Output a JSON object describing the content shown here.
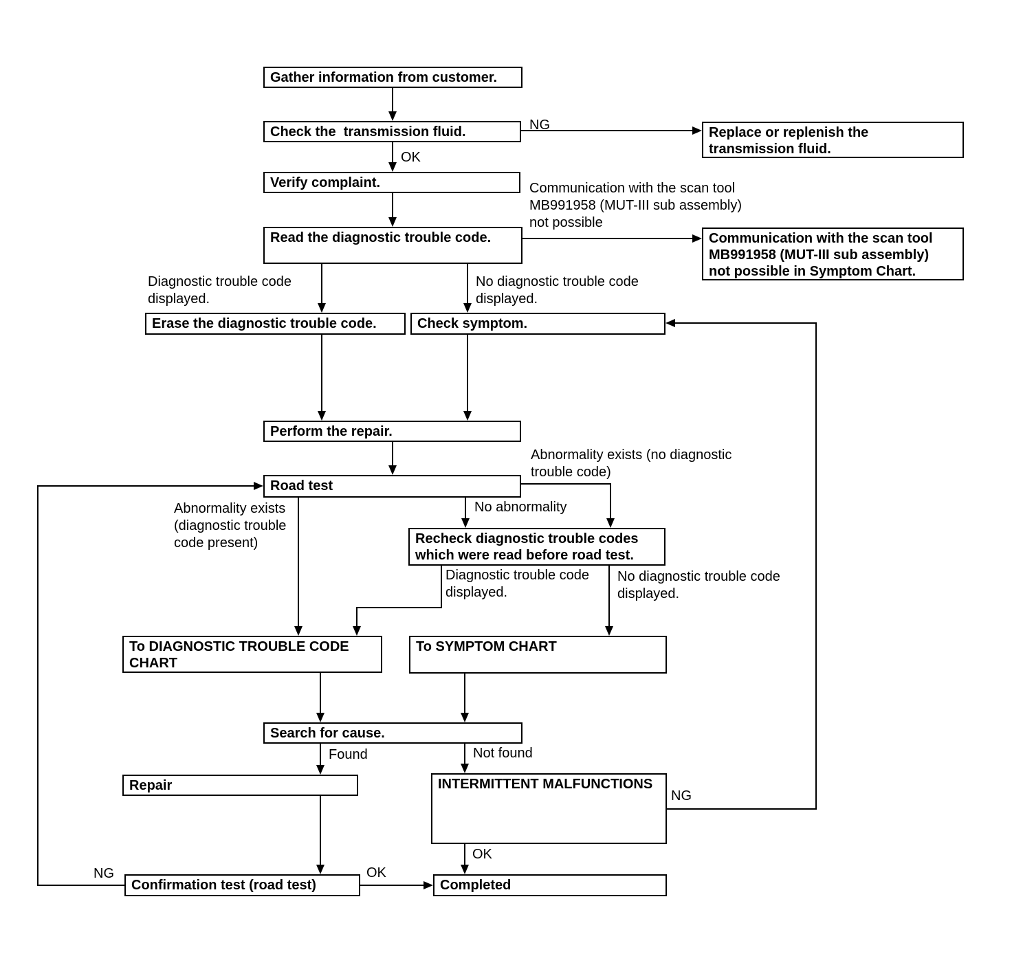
{
  "diagram": {
    "type": "flowchart",
    "ink_color": "#000000",
    "background_color": "#ffffff",
    "nodes": {
      "gather": "Gather information from customer.",
      "check_fluid": "Check the  transmission fluid.",
      "replace_fluid": "Replace or replenish the\ntransmission fluid.",
      "verify": "Verify complaint.",
      "read_dtc": "Read the diagnostic trouble code.",
      "comm_symptom": "Communication with the scan tool\nMB991958 (MUT-III sub assembly)\nnot possible in Symptom Chart.",
      "erase": "Erase the diagnostic trouble code.",
      "check_symptom": "Check symptom.",
      "perform_repair": "Perform the repair.",
      "road_test": "Road test",
      "recheck": "Recheck diagnostic trouble codes\nwhich were read before road test.",
      "dtc_chart": "To DIAGNOSTIC TROUBLE CODE\nCHART",
      "symptom_chart": "To SYMPTOM CHART",
      "search_cause": "Search for cause.",
      "repair": "Repair",
      "intermittent": "INTERMITTENT MALFUNCTIONS",
      "confirmation": "Confirmation test (road test)",
      "completed": "Completed"
    },
    "labels": {
      "ng_fluid": "NG",
      "ok_fluid": "OK",
      "comm_note": "Communication with the scan tool\nMB991958 (MUT-III sub assembly)\nnot possible",
      "dtc_displayed": "Diagnostic trouble code\ndisplayed.",
      "no_dtc_displayed": "No diagnostic trouble code\ndisplayed.",
      "abnormality_no_dtc": "Abnormality exists (no diagnostic\ntrouble code)",
      "no_abnormality": "No abnormality",
      "abnormality_dtc": "Abnormality exists\n(diagnostic trouble\ncode present)",
      "dtc_displayed_2": "Diagnostic trouble code\ndisplayed.",
      "no_dtc_displayed_2": "No diagnostic trouble code\ndisplayed.",
      "found": "Found",
      "not_found": "Not found",
      "ng_intermittent": "NG",
      "ok_intermittent": "OK",
      "ng_confirmation": "NG",
      "ok_confirmation": "OK"
    }
  }
}
